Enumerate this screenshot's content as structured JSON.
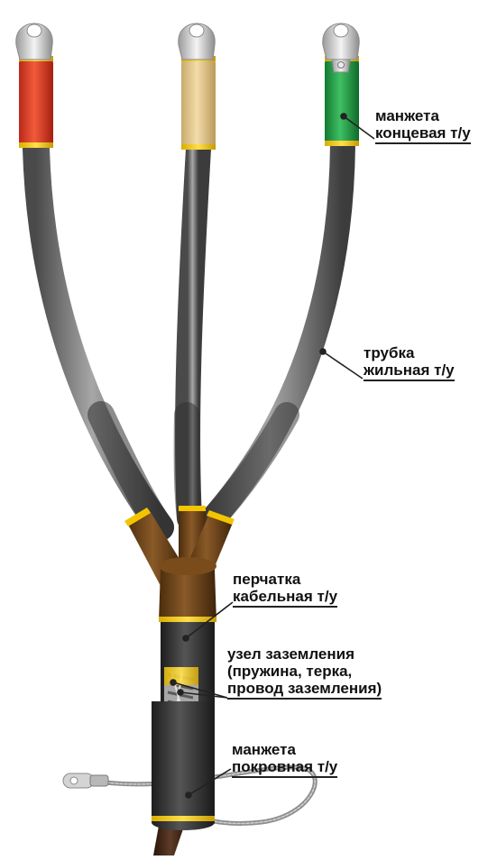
{
  "colors": {
    "phase_a": "#e2402a",
    "phase_b": "#e8cf95",
    "phase_c": "#26a04a",
    "glove": "#6d4318",
    "shell": "#3a3a3a",
    "core": "#808080",
    "ring": "#f2c500"
  },
  "callouts": {
    "end_cap": {
      "line1": "манжета",
      "line2": "концевая т/у"
    },
    "core_tube": {
      "line1": "трубка",
      "line2": "жильная т/у"
    },
    "glove": {
      "line1": "перчатка",
      "line2": "кабельная т/у"
    },
    "grounding": {
      "line1": "узел заземления",
      "line2": "(пружина,  терка,",
      "line3": "провод заземления)"
    },
    "cover_cap": {
      "line1": "манжета",
      "line2": "покровная т/у"
    }
  }
}
